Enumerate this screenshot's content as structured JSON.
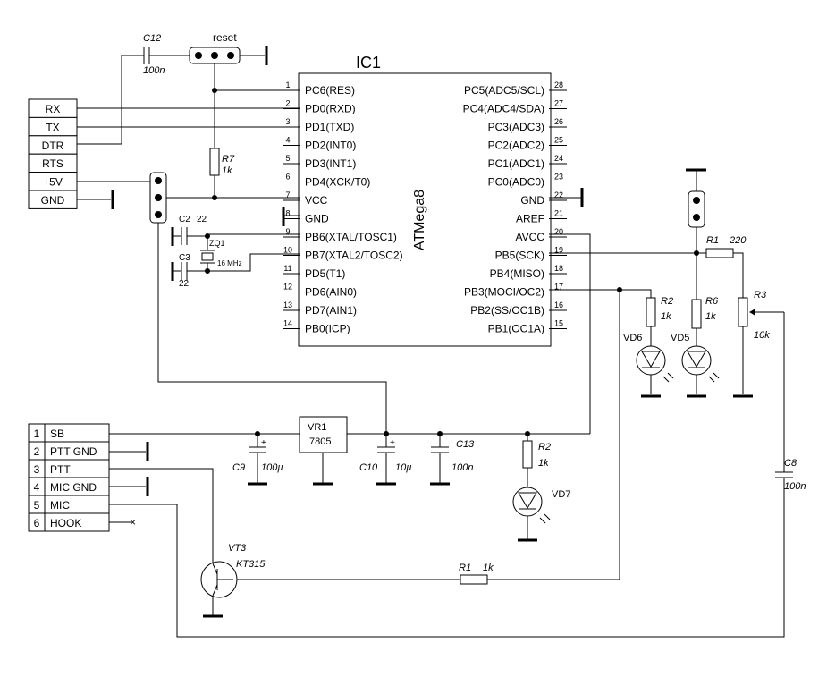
{
  "ic": {
    "name": "IC1",
    "part": "ATMega8",
    "left_pins": [
      {
        "num": "1",
        "name": "PC6(RES)"
      },
      {
        "num": "2",
        "name": "PD0(RXD)"
      },
      {
        "num": "3",
        "name": "PD1(TXD)"
      },
      {
        "num": "4",
        "name": "PD2(INT0)"
      },
      {
        "num": "5",
        "name": "PD3(INT1)"
      },
      {
        "num": "6",
        "name": "PD4(XCK/T0)"
      },
      {
        "num": "7",
        "name": "VCC"
      },
      {
        "num": "8",
        "name": "GND"
      },
      {
        "num": "9",
        "name": "PB6(XTAL/TOSC1)"
      },
      {
        "num": "10",
        "name": "PB7(XTAL2/TOSC2)"
      },
      {
        "num": "11",
        "name": "PD5(T1)"
      },
      {
        "num": "12",
        "name": "PD6(AIN0)"
      },
      {
        "num": "13",
        "name": "PD7(AIN1)"
      },
      {
        "num": "14",
        "name": "PB0(ICP)"
      }
    ],
    "right_pins": [
      {
        "num": "28",
        "name": "PC5(ADC5/SCL)"
      },
      {
        "num": "27",
        "name": "PC4(ADC4/SDA)"
      },
      {
        "num": "26",
        "name": "PC3(ADC3)"
      },
      {
        "num": "25",
        "name": "PC2(ADC2)"
      },
      {
        "num": "24",
        "name": "PC1(ADC1)"
      },
      {
        "num": "23",
        "name": "PC0(ADC0)"
      },
      {
        "num": "22",
        "name": "GND"
      },
      {
        "num": "21",
        "name": "AREF"
      },
      {
        "num": "20",
        "name": "AVCC"
      },
      {
        "num": "19",
        "name": "PB5(SCK)"
      },
      {
        "num": "18",
        "name": "PB4(MISO)"
      },
      {
        "num": "17",
        "name": "PB3(MOCI/OC2)"
      },
      {
        "num": "16",
        "name": "PB2(SS/OC1B)"
      },
      {
        "num": "15",
        "name": "PB1(OC1A)"
      }
    ]
  },
  "serial_connector": [
    "RX",
    "TX",
    "DTR",
    "RTS",
    "+5V",
    "GND"
  ],
  "radio_connector": [
    {
      "num": "1",
      "name": "SB"
    },
    {
      "num": "2",
      "name": "PTT GND"
    },
    {
      "num": "3",
      "name": "PTT"
    },
    {
      "num": "4",
      "name": "MIC GND"
    },
    {
      "num": "5",
      "name": "MIC"
    },
    {
      "num": "6",
      "name": "HOOK"
    }
  ],
  "components": {
    "c12": {
      "ref": "C12",
      "value": "100n"
    },
    "reset": {
      "label": "reset"
    },
    "r7": {
      "ref": "R7",
      "value": "1k"
    },
    "c2": {
      "ref": "C2",
      "value": "22"
    },
    "c3": {
      "ref": "C3",
      "value": "22"
    },
    "zq1": {
      "ref": "ZQ1",
      "value": "16 MHz"
    },
    "vr1": {
      "ref": "VR1",
      "value": "7805"
    },
    "c9": {
      "ref": "C9",
      "value": "100µ"
    },
    "c10": {
      "ref": "C10",
      "value": "10µ"
    },
    "c13": {
      "ref": "C13",
      "value": "100n"
    },
    "r2_bottom": {
      "ref": "R2",
      "value": "1k"
    },
    "vd7": {
      "ref": "VD7"
    },
    "r1_top": {
      "ref": "R1",
      "value": "220"
    },
    "r2_top": {
      "ref": "R2",
      "value": "1k"
    },
    "r6": {
      "ref": "R6",
      "value": "1k"
    },
    "r3": {
      "ref": "R3",
      "value": "10k"
    },
    "vd6": {
      "ref": "VD6"
    },
    "vd5": {
      "ref": "VD5"
    },
    "c8": {
      "ref": "C8",
      "value": "100n"
    },
    "vt3": {
      "ref": "VT3",
      "value": "KT315"
    },
    "r1_bottom": {
      "ref": "R1",
      "value": "1k"
    },
    "plus_sign": "+",
    "nc_mark": "×"
  }
}
